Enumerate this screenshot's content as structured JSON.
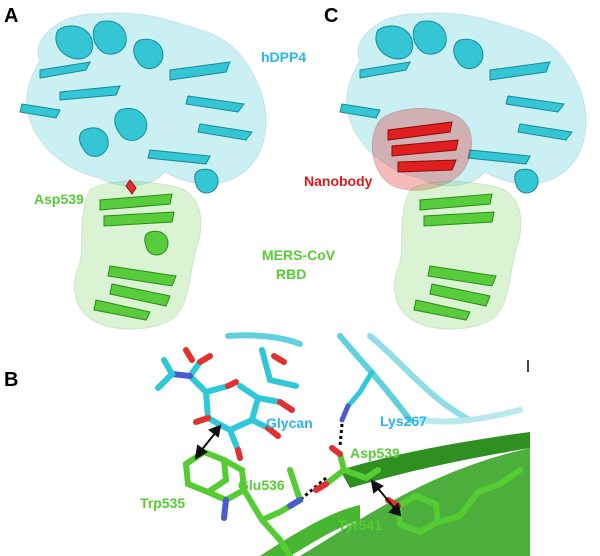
{
  "panels": {
    "a": {
      "letter": "A",
      "labels": {
        "receptor": "hDPP4",
        "residue": "Asp539",
        "rbd_line1": "MERS-CoV",
        "rbd_line2": "RBD"
      }
    },
    "c": {
      "letter": "C",
      "labels": {
        "binder": "Nanobody"
      }
    },
    "b": {
      "letter": "B",
      "labels": {
        "glycan": "Glycan",
        "lys": "Lys267",
        "asp": "Asp539",
        "trp": "Trp535",
        "glu": "Glu536",
        "tyr": "Tyr541"
      }
    }
  },
  "colors": {
    "cyan": "#2ec8d8",
    "cyan_label": "#29b6e6",
    "green": "#55cc33",
    "green_dark": "#2f9a1f",
    "red": "#dd1a1a",
    "blue_atom": "#4a5bd0",
    "red_atom": "#e23030"
  }
}
